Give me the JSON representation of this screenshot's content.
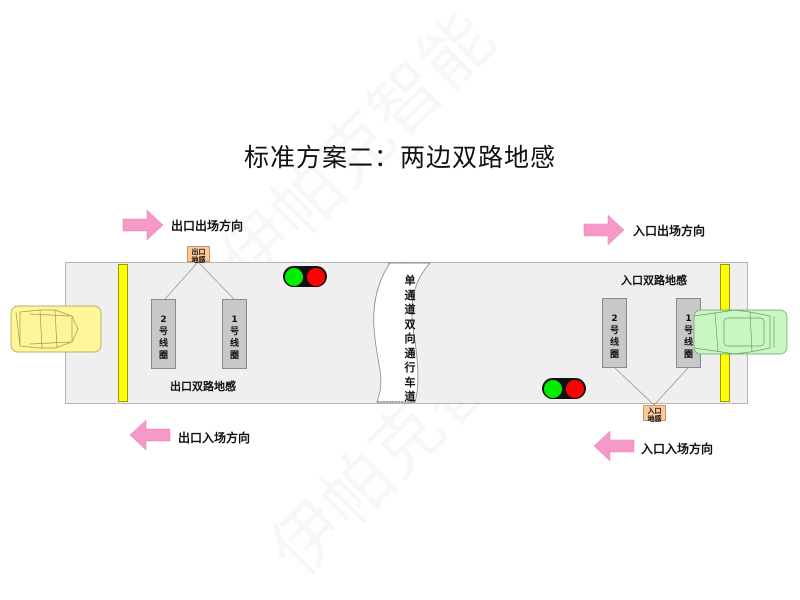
{
  "title": "标准方案二：两边双路地感",
  "watermark": "伊帕克智能",
  "colors": {
    "arrow": "#f59ac8",
    "road": "#efefef",
    "stop_line": "#ffff00",
    "coil": "#c8c8c8",
    "sensor_tag": "#fdc89a",
    "light_green": "#00ee00",
    "light_red": "#ff0000",
    "exit_car": "#fff59a",
    "entry_car": "#c9f7c4"
  },
  "exit_side": {
    "out_direction": "出口出场方向",
    "in_direction": "出口入场方向",
    "sensor_tag": [
      "出口",
      "地感"
    ],
    "dual_loop_label": "出口双路地感",
    "coil_2": [
      "2",
      "号",
      "线",
      "圈"
    ],
    "coil_1": [
      "1",
      "号",
      "线",
      "圈"
    ]
  },
  "entry_side": {
    "out_direction": "入口出场方向",
    "in_direction": "入口入场方向",
    "sensor_tag": [
      "入口",
      "地感"
    ],
    "dual_loop_label": "入口双路地感",
    "coil_2": [
      "2",
      "号",
      "线",
      "圈"
    ],
    "coil_1": [
      "1",
      "号",
      "线",
      "圈"
    ]
  },
  "middle_lane": [
    "单",
    "通",
    "道",
    "双",
    "向",
    "通",
    "行",
    "车",
    "道"
  ]
}
